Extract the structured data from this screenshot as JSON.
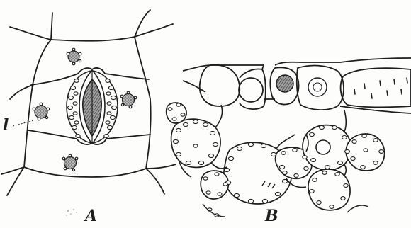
{
  "figure": {
    "panel_a_label": "A",
    "panel_b_label": "B",
    "leader_label": "l"
  },
  "colors": {
    "ink": "#1d1d1d",
    "paper": "#fdfdfb",
    "dark_fill": "#6a6a6a",
    "mid_fill": "#9a9a9a"
  }
}
